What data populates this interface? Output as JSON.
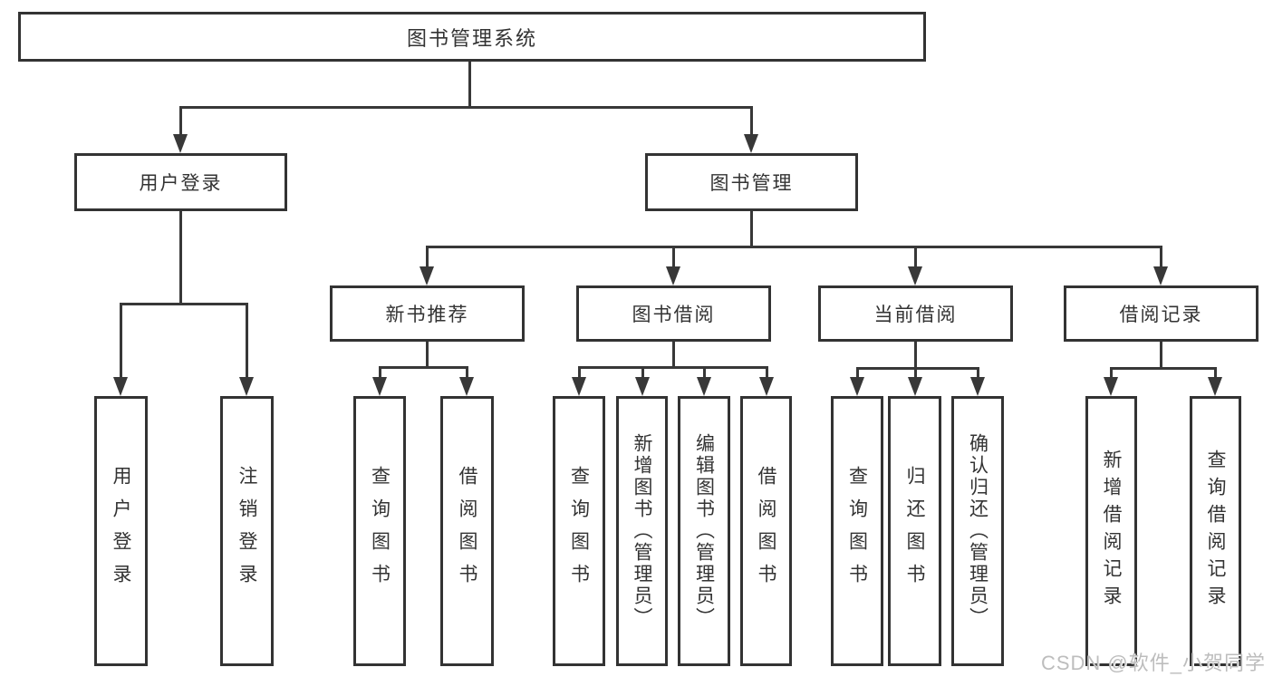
{
  "diagram": {
    "root_label": "图书管理系统",
    "level2": [
      {
        "label": "用户登录"
      },
      {
        "label": "图书管理"
      }
    ],
    "sections": [
      {
        "label": "新书推荐"
      },
      {
        "label": "图书借阅"
      },
      {
        "label": "当前借阅"
      },
      {
        "label": "借阅记录"
      }
    ],
    "leaves": {
      "login": [
        "用户登录",
        "注销登录"
      ],
      "new_books": [
        "查询图书",
        "借阅图书"
      ],
      "borrow": [
        "查询图书",
        "新增图书（管理员）",
        "编辑图书（管理员）",
        "借阅图书"
      ],
      "current": [
        "查询图书",
        "归还图书",
        "确认归还（管理员）"
      ],
      "records": [
        "新增借阅记录",
        "查询借阅记录"
      ]
    }
  },
  "watermark": {
    "text": "CSDN @软件_小贺同学"
  },
  "colors": {
    "line": "#383838",
    "border": "#333333",
    "text": "#333333",
    "watermark_text": "#bdbdbd",
    "background": "#ffffff"
  }
}
